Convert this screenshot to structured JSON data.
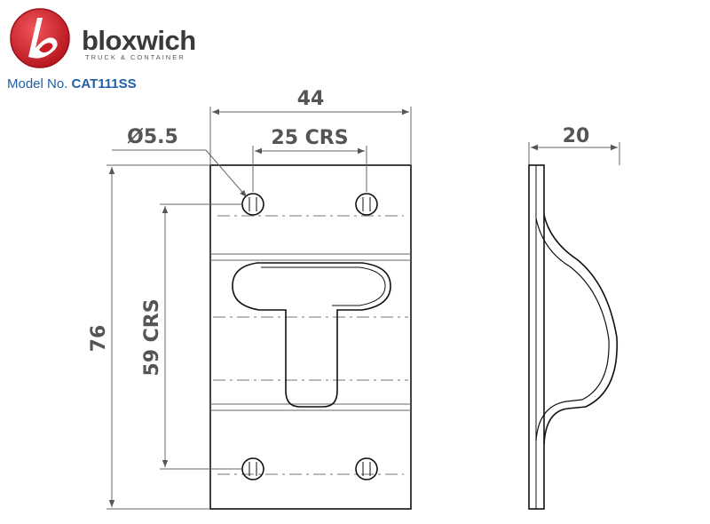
{
  "brand": {
    "name": "bloxwich",
    "subtitle": "TRUCK & CONTAINER",
    "colors": {
      "badge_red": "#d8262e",
      "text_dark": "#3a3a3a",
      "model_blue": "#1f5fa8"
    }
  },
  "model": {
    "label": "Model No.",
    "number": "CAT111SS"
  },
  "dimensions": {
    "overall_width": "44",
    "hole_spacing_horizontal": "25 CRS",
    "hole_diameter": "Ø5.5",
    "depth": "20",
    "overall_height": "76",
    "hole_spacing_vertical": "59 CRS"
  }
}
